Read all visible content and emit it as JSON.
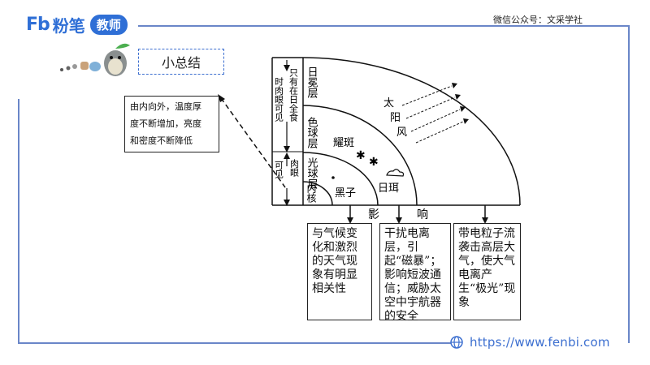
{
  "brand": {
    "logo_mark": "Fb",
    "logo_text": "粉笔",
    "logo_badge": "教师"
  },
  "wechat": "微信公众号：文采学社",
  "summary_title": "小总结",
  "note": [
    "由内向外，温度厚",
    "度不断增加，亮度",
    "和密度不断降低"
  ],
  "diagram": {
    "left_labels": {
      "total_eclipse": "只有在日全食",
      "naked_eye_visible_top": "时肉眼可见",
      "visible_short": "可见",
      "naked_eye": "肉眼"
    },
    "layers": {
      "corona": "日冕层",
      "chromosphere": "色球层",
      "photosphere": "光球层",
      "core": "内核"
    },
    "phenomena": {
      "solar_flare": "耀斑",
      "sunspot": "黑子",
      "prominence": "日珥",
      "solar_wind": [
        "太",
        "阳",
        "风"
      ]
    },
    "effects_label": [
      "影",
      "响"
    ],
    "effects": [
      "与气候变化和激烈的天气现象有明显相关性",
      "干扰电离层，引起“磁暴”；影响短波通信；威胁太空中宇航器的安全",
      "带电粒子流袭击高层大气，使大气电离产生“极光”现象"
    ]
  },
  "footer": {
    "url": "https://www.fenbi.com"
  }
}
